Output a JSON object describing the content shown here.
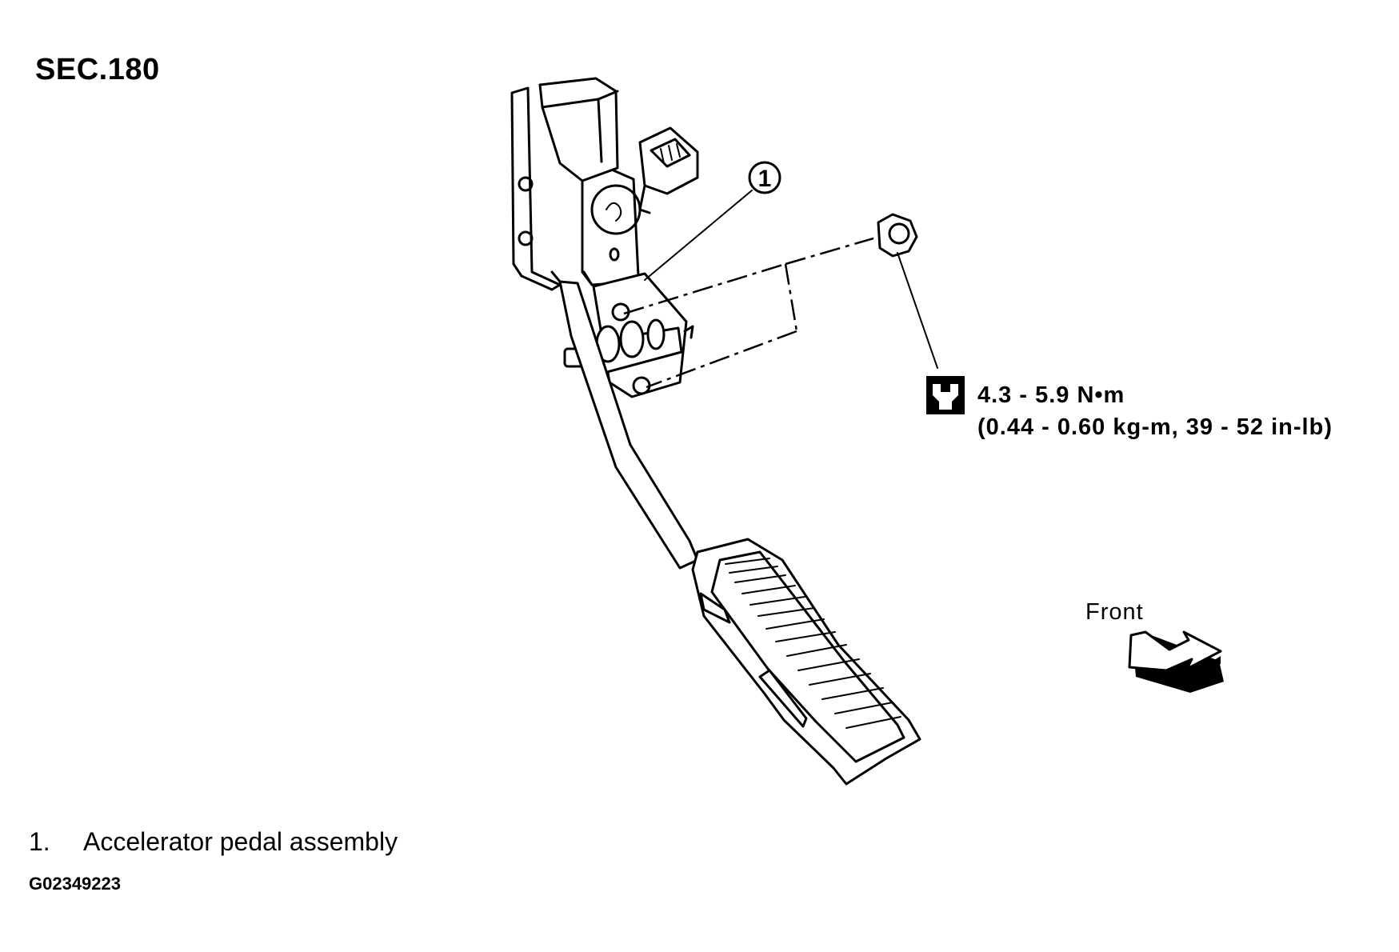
{
  "section_label": "SEC.180",
  "callout_number": "1",
  "torque": {
    "line1": "4.3 - 5.9 N•m",
    "line2": "(0.44 - 0.60 kg-m, 39 - 52 in-lb)"
  },
  "front_label": "Front",
  "legend": [
    {
      "number": "1.",
      "text": "Accelerator pedal assembly"
    }
  ],
  "figure_id": "G02349223",
  "icons": [
    "torque-wrench-icon",
    "front-arrow-icon"
  ]
}
